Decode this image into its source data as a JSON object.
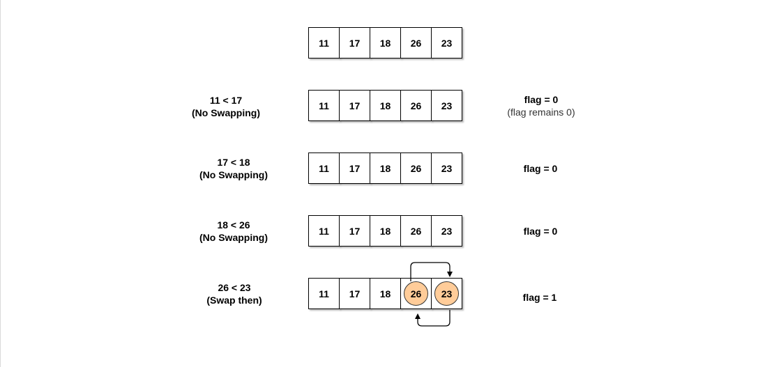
{
  "rows": [
    {
      "cells": [
        "11",
        "17",
        "18",
        "26",
        "23"
      ],
      "left_line1": "",
      "left_line2": "",
      "flag": "",
      "flag_note": ""
    },
    {
      "cells": [
        "11",
        "17",
        "18",
        "26",
        "23"
      ],
      "left_line1": "11 < 17",
      "left_line2": "(No Swapping)",
      "flag": "flag = 0",
      "flag_note": "(flag remains 0)"
    },
    {
      "cells": [
        "11",
        "17",
        "18",
        "26",
        "23"
      ],
      "left_line1": "17 < 18",
      "left_line2": "(No Swapping)",
      "flag": "flag = 0",
      "flag_note": ""
    },
    {
      "cells": [
        "11",
        "17",
        "18",
        "26",
        "23"
      ],
      "left_line1": "18 < 26",
      "left_line2": "(No Swapping)",
      "flag": "flag = 0",
      "flag_note": ""
    },
    {
      "cells": [
        "11",
        "17",
        "18",
        "26",
        "23"
      ],
      "left_line1": "26 < 23",
      "left_line2": "(Swap then)",
      "flag": "flag = 1",
      "flag_note": "",
      "highlighted": [
        3,
        4
      ]
    }
  ],
  "colors": {
    "highlight_fill": "#ffcc99",
    "cell_border": "#000000",
    "arrow": "#000000"
  }
}
